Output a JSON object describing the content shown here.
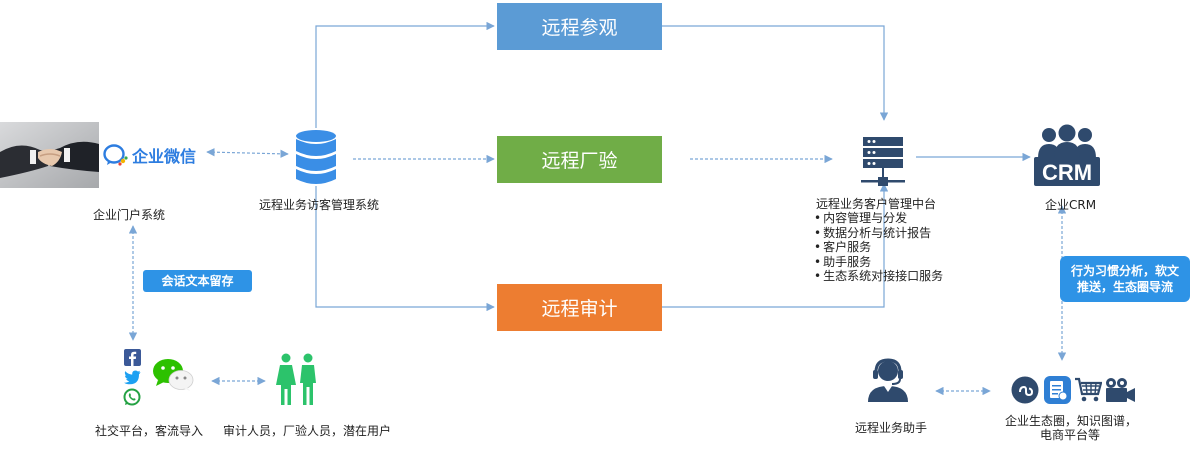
{
  "boxes": {
    "visit": {
      "label": "远程参观",
      "color": "#5b9bd5"
    },
    "factory": {
      "label": "远程厂验",
      "color": "#70ad47"
    },
    "audit": {
      "label": "远程审计",
      "color": "#ed7d31"
    }
  },
  "nodes": {
    "portal": {
      "label": "企业门户系统"
    },
    "wecom": {
      "label": "企业微信"
    },
    "visitor_system": {
      "label": "远程业务访客管理系统"
    },
    "middle_platform": {
      "title": "远程业务客户管理中台",
      "items": [
        "内容管理与分发",
        "数据分析与统计报告",
        "客户服务",
        "助手服务",
        "生态系统对接接口服务"
      ]
    },
    "crm": {
      "label": "企业CRM",
      "logo_text": "CRM"
    },
    "social": {
      "label": "社交平台，客流导入"
    },
    "people": {
      "label": "审计人员，厂验人员，潜在用户"
    },
    "assistant": {
      "label": "远程业务助手"
    },
    "ecosystem": {
      "label_line1": "企业生态圈，知识图谱，",
      "label_line2": "电商平台等"
    }
  },
  "tags": {
    "session": "会话文本留存",
    "crm_tag_line1": "行为习惯分析，软文",
    "crm_tag_line2": "推送，生态圈导流"
  },
  "icons": [
    "handshake-photo",
    "wecom-logo-icon",
    "database-icon",
    "server-icon",
    "crm-group-icon",
    "facebook-icon",
    "twitter-icon",
    "whatsapp-icon",
    "wechat-icon",
    "people-icon",
    "headset-agent-icon",
    "miniprogram-icon",
    "document-icon",
    "cart-icon",
    "camera-icon"
  ],
  "colors": {
    "arrow": "#7aa6d6",
    "tag": "#2e93e6",
    "icon_dark": "#2f4a6d",
    "people": "#2cc36b"
  }
}
